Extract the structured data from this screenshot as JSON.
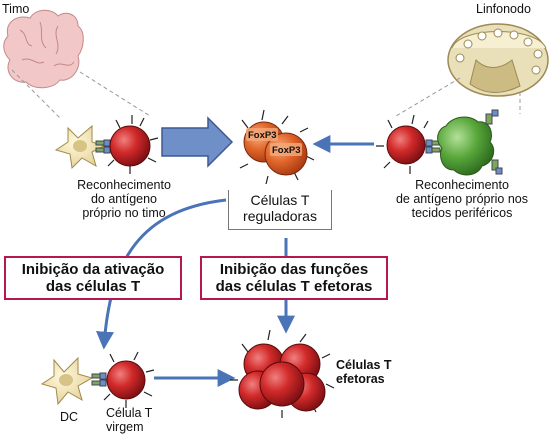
{
  "labels": {
    "thymus": "Timo",
    "lymph_node": "Linfonodo",
    "thymus_recognition": [
      "Reconhecimento",
      "do antígeno",
      "próprio no timo"
    ],
    "peripheral_recognition": [
      "Reconhecimento",
      "de antígeno próprio nos",
      "tecidos periféricos"
    ],
    "treg": [
      "Células T",
      "reguladoras"
    ],
    "foxp3": "FoxP3",
    "inhibition_activation": [
      "Inibição da ativação",
      "das células T"
    ],
    "inhibition_functions": [
      "Inibição das funções",
      "das células T efetoras"
    ],
    "dc": "DC",
    "naive_t": [
      "Célula T",
      "virgem"
    ],
    "effector_t": [
      "Células T",
      "efetoras"
    ]
  },
  "colors": {
    "t_cell_red": "#c8242a",
    "treg_orange": "#e0652a",
    "arrow_blue": "#4a73b8",
    "big_arrow_fill": "#6f8fc8",
    "dc_beige": "#f2e2b0",
    "apc_green": "#5aa83c",
    "box_border": "#b5174f",
    "thymus_pink": "#f2c7c7",
    "node_beige": "#e9dfb8"
  }
}
